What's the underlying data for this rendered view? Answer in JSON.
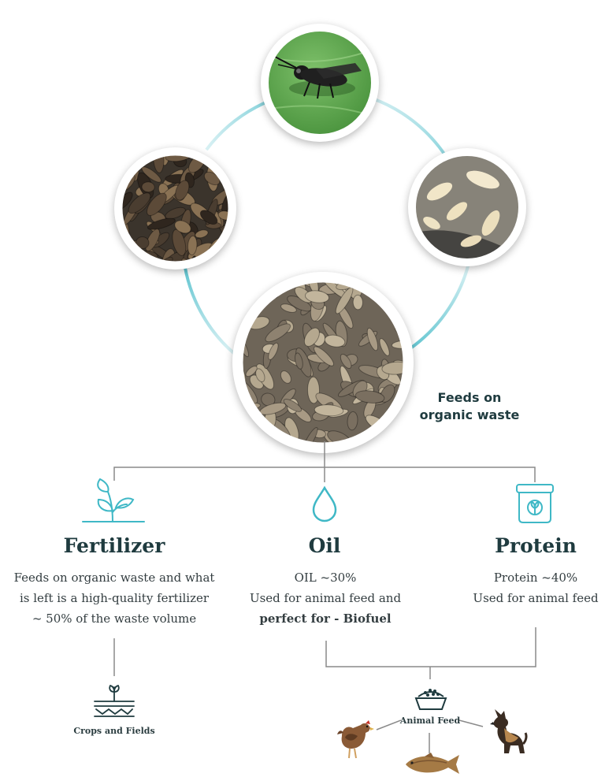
{
  "callout": {
    "line1": "Feeds on",
    "line2": "organic waste"
  },
  "branches": {
    "fertilizer": {
      "title": "Fertilizer",
      "lines": [
        "Feeds on organic waste and what",
        "is left is a high-quality fertilizer",
        "~ 50% of the waste volume"
      ],
      "icon": "plant-sprout-icon"
    },
    "oil": {
      "title": "Oil",
      "line1": "OIL ~30%",
      "line2": "Used for animal feed and",
      "line3_bold": "perfect for - Biofuel",
      "icon": "oil-drop-icon"
    },
    "protein": {
      "title": "Protein",
      "line1": "Protein ~40%",
      "line2": "Used for animal feed",
      "icon": "protein-jar-icon"
    }
  },
  "outputs": {
    "crops": {
      "label": "Crops and Fields",
      "icon": "crops-field-icon"
    },
    "animal_feed": {
      "label": "Animal Feed",
      "icon": "feed-bowl-icon"
    }
  },
  "colors": {
    "accent": "#3fb8c6",
    "heading": "#1f3b3f",
    "line": "#8a8a8a"
  }
}
